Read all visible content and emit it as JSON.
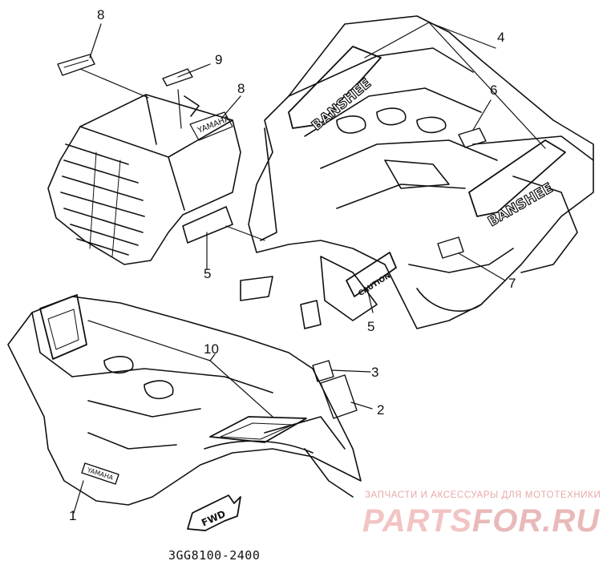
{
  "diagram": {
    "callouts": [
      "8",
      "9",
      "8",
      "4",
      "6",
      "5",
      "5",
      "7",
      "10",
      "3",
      "2",
      "1"
    ],
    "part_number": "3GG8100-2400",
    "decal_text": {
      "yamaha_small": "YAMAHA",
      "banshee": "BANSHEE",
      "fwd": "FWD",
      "caution": "CAUTION"
    }
  },
  "watermark": {
    "subtitle": "ЗАПЧАСТИ И АКСЕССУАРЫ ДЛЯ МОТОТЕХНИКИ",
    "brand_a": "PARTS",
    "brand_b": "FOR.RU"
  },
  "colors": {
    "ink": "#111111",
    "watermark": "#f0c0c0"
  }
}
